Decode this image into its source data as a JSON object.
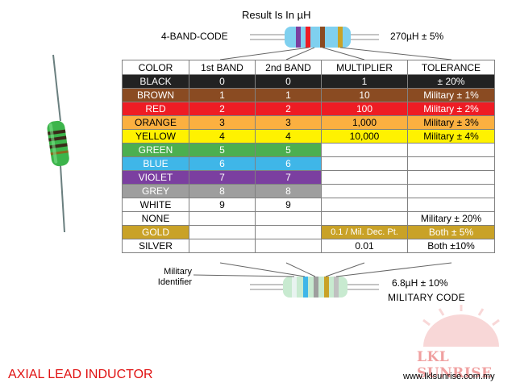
{
  "header": {
    "title": "Result Is In µH",
    "four_band_label": "4-BAND-CODE",
    "top_spec": "270µH  ±  5%"
  },
  "table": {
    "columns": [
      "COLOR",
      "1st BAND",
      "2nd BAND",
      "MULTIPLIER",
      "TOLERANCE"
    ],
    "rows": [
      {
        "color": "BLACK",
        "band1": "0",
        "band2": "0",
        "multiplier": "1",
        "tolerance": "± 20%",
        "bg": "#222222",
        "fg": "#ffffff"
      },
      {
        "color": "BROWN",
        "band1": "1",
        "band2": "1",
        "multiplier": "10",
        "tolerance": "Military ± 1%",
        "bg": "#8a4b22",
        "fg": "#ffffff"
      },
      {
        "color": "RED",
        "band1": "2",
        "band2": "2",
        "multiplier": "100",
        "tolerance": "Military ± 2%",
        "bg": "#ee1c24",
        "fg": "#ffffff"
      },
      {
        "color": "ORANGE",
        "band1": "3",
        "band2": "3",
        "multiplier": "1,000",
        "tolerance": "Military ± 3%",
        "bg": "#fbb040",
        "fg": "#000000"
      },
      {
        "color": "YELLOW",
        "band1": "4",
        "band2": "4",
        "multiplier": "10,000",
        "tolerance": "Military ± 4%",
        "bg": "#fff200",
        "fg": "#000000"
      },
      {
        "color": "GREEN",
        "band1": "5",
        "band2": "5",
        "multiplier": "",
        "tolerance": "",
        "bg": "#4caf50",
        "fg": "#ffffff"
      },
      {
        "color": "BLUE",
        "band1": "6",
        "band2": "6",
        "multiplier": "",
        "tolerance": "",
        "bg": "#3fb6e8",
        "fg": "#ffffff"
      },
      {
        "color": "VIOLET",
        "band1": "7",
        "band2": "7",
        "multiplier": "",
        "tolerance": "",
        "bg": "#7b3fa0",
        "fg": "#ffffff"
      },
      {
        "color": "GREY",
        "band1": "8",
        "band2": "8",
        "multiplier": "",
        "tolerance": "",
        "bg": "#9e9e9e",
        "fg": "#ffffff"
      },
      {
        "color": "WHITE",
        "band1": "9",
        "band2": "9",
        "multiplier": "",
        "tolerance": "",
        "bg": "#ffffff",
        "fg": "#000000"
      },
      {
        "color": "NONE",
        "band1": "",
        "band2": "",
        "multiplier": "",
        "tolerance": "Military ± 20%",
        "bg": "#ffffff",
        "fg": "#000000"
      },
      {
        "color": "GOLD",
        "band1": "",
        "band2": "",
        "multiplier": "0.1 / Mil. Dec. Pt.",
        "tolerance": "Both ± 5%",
        "bg": "#c9a227",
        "fg": "#ffffff"
      },
      {
        "color": "SILVER",
        "band1": "",
        "band2": "",
        "multiplier": "0.01",
        "tolerance": "Both ±10%",
        "bg": "#ffffff",
        "fg": "#000000"
      }
    ]
  },
  "bottom": {
    "military_identifier": "Military Identifier",
    "bottom_spec": "6.8µH  ±  10%",
    "military_code": "MILITARY CODE"
  },
  "footer": {
    "title": "AXIAL LEAD INDUCTOR",
    "url": "www.lklsunrise.com.my",
    "logo_text": "LKL SUNRISE"
  },
  "colors": {
    "inductor_body": "#3cb44b",
    "footer_title": "#e01010",
    "logo": "#f0a0a0"
  }
}
